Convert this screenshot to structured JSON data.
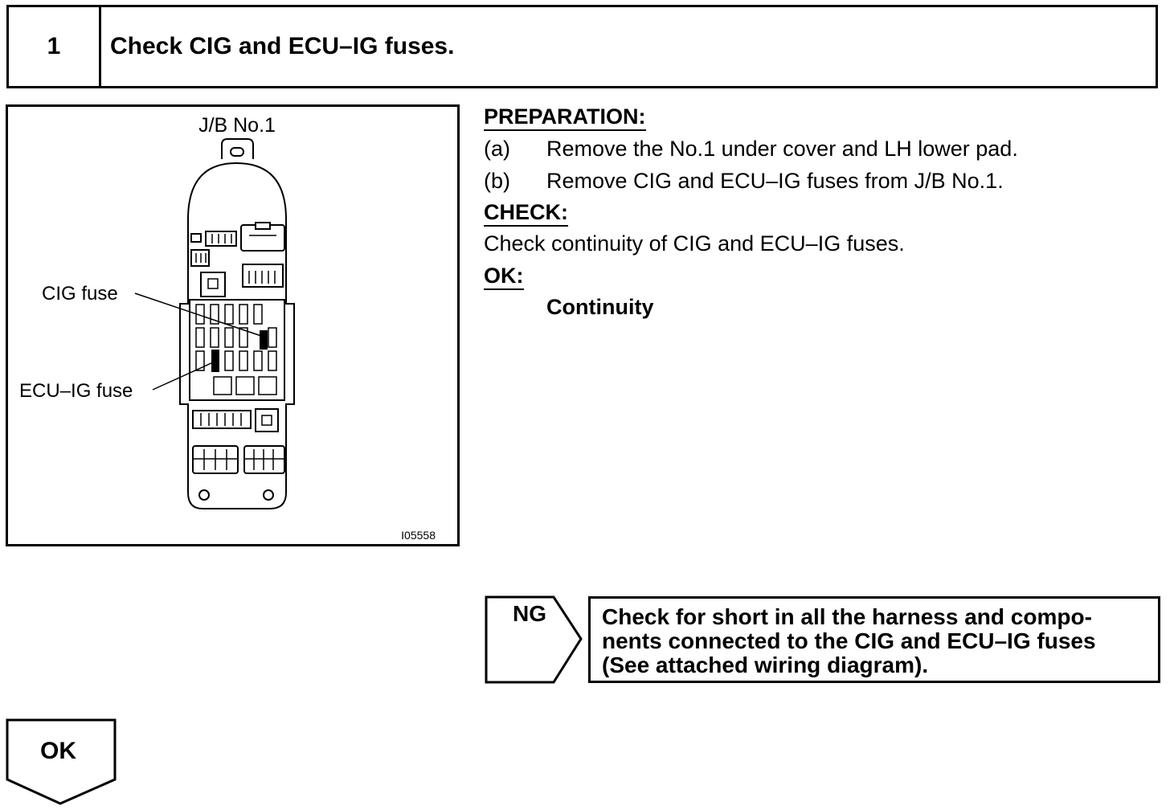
{
  "step": {
    "number": "1",
    "title": "Check CIG and ECU–IG fuses."
  },
  "figure": {
    "title": "J/B No.1",
    "callout_cig": "CIG fuse",
    "callout_ecu": "ECU–IG fuse",
    "figure_id": "I05558"
  },
  "preparation": {
    "heading": "PREPARATION:",
    "items": [
      {
        "label": "(a)",
        "text": "Remove the No.1 under cover and LH lower pad."
      },
      {
        "label": "(b)",
        "text": "Remove CIG and ECU–IG fuses from J/B No.1."
      }
    ]
  },
  "check": {
    "heading": "CHECK:",
    "text": "Check continuity of CIG and ECU–IG fuses."
  },
  "ok_spec": {
    "heading": "OK:",
    "value": "Continuity"
  },
  "ng": {
    "label": "NG",
    "lines": [
      "Check for short in all the harness and compo-",
      "nents connected to the CIG and ECU–IG fuses",
      "(See attached wiring diagram)."
    ]
  },
  "ok_flow": {
    "label": "OK"
  }
}
